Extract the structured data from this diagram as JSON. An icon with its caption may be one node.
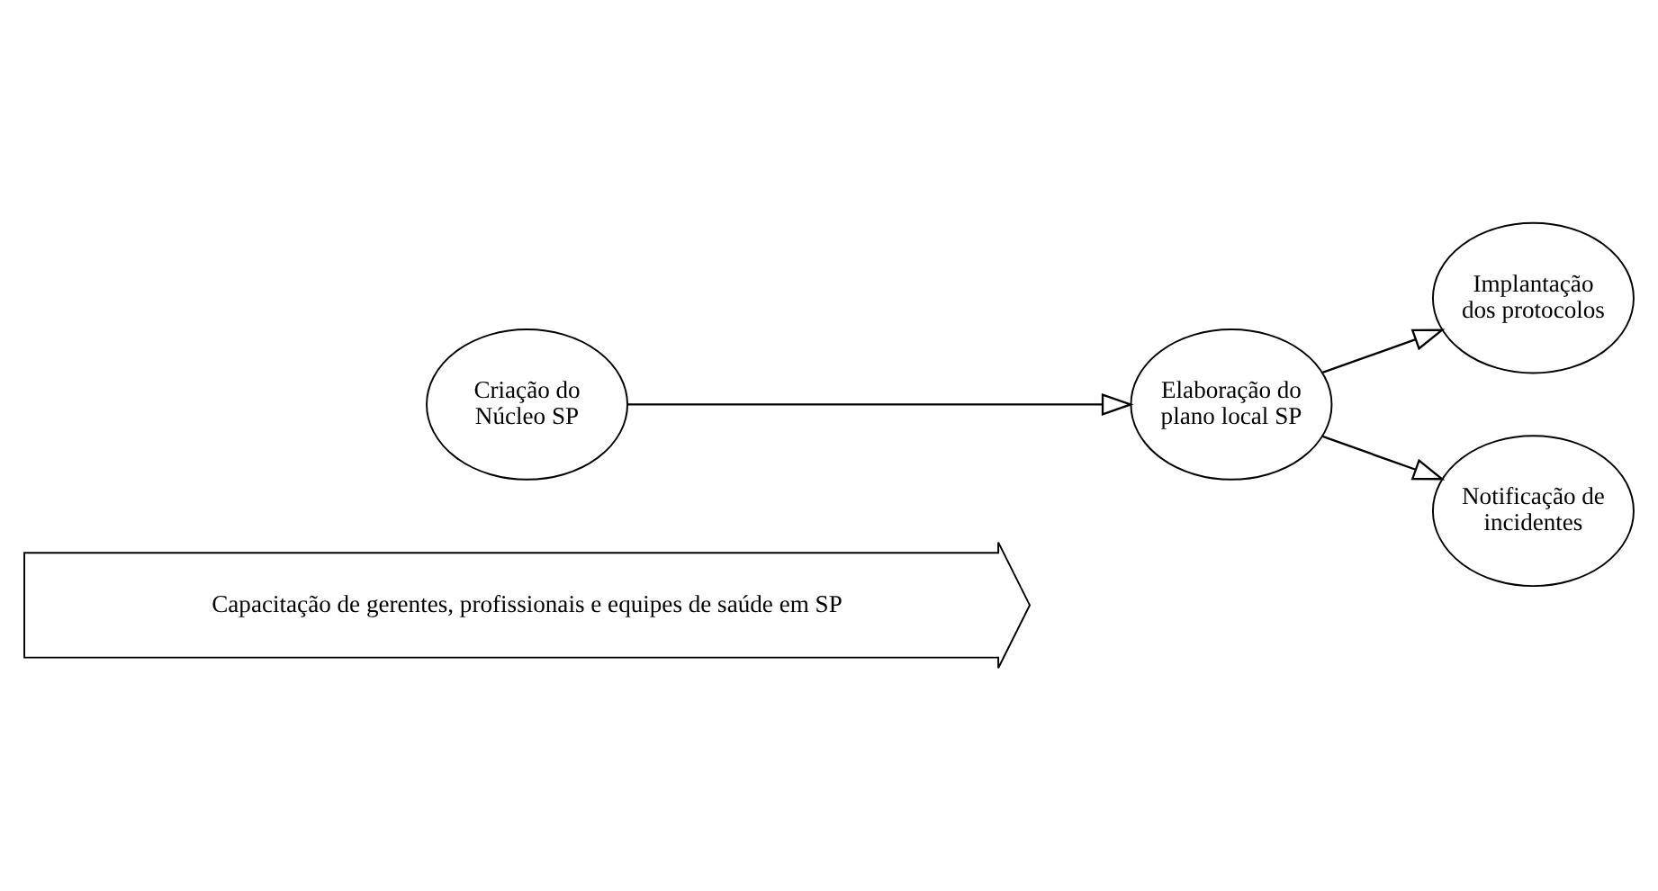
{
  "diagram": {
    "nodes": [
      {
        "text": [
          "Criação do Núcleo SP"
        ]
      },
      {
        "text": [
          "Elaboração do plano local SP"
        ]
      },
      {
        "text": [
          "Implantação dos protocolos"
        ]
      },
      {
        "text": [
          "Notificação de incidentes"
        ]
      },
      {
        "text": [
          "Capacitação de gerentes, profissionais e equipes de saúde em SP"
        ]
      }
    ],
    "edges": [
      {
        "from": 0,
        "to": 1,
        "arrow": "to"
      },
      {
        "from": 1,
        "to": 2,
        "arrow": "to"
      },
      {
        "from": 1,
        "to": 3,
        "arrow": "to"
      }
    ]
  }
}
